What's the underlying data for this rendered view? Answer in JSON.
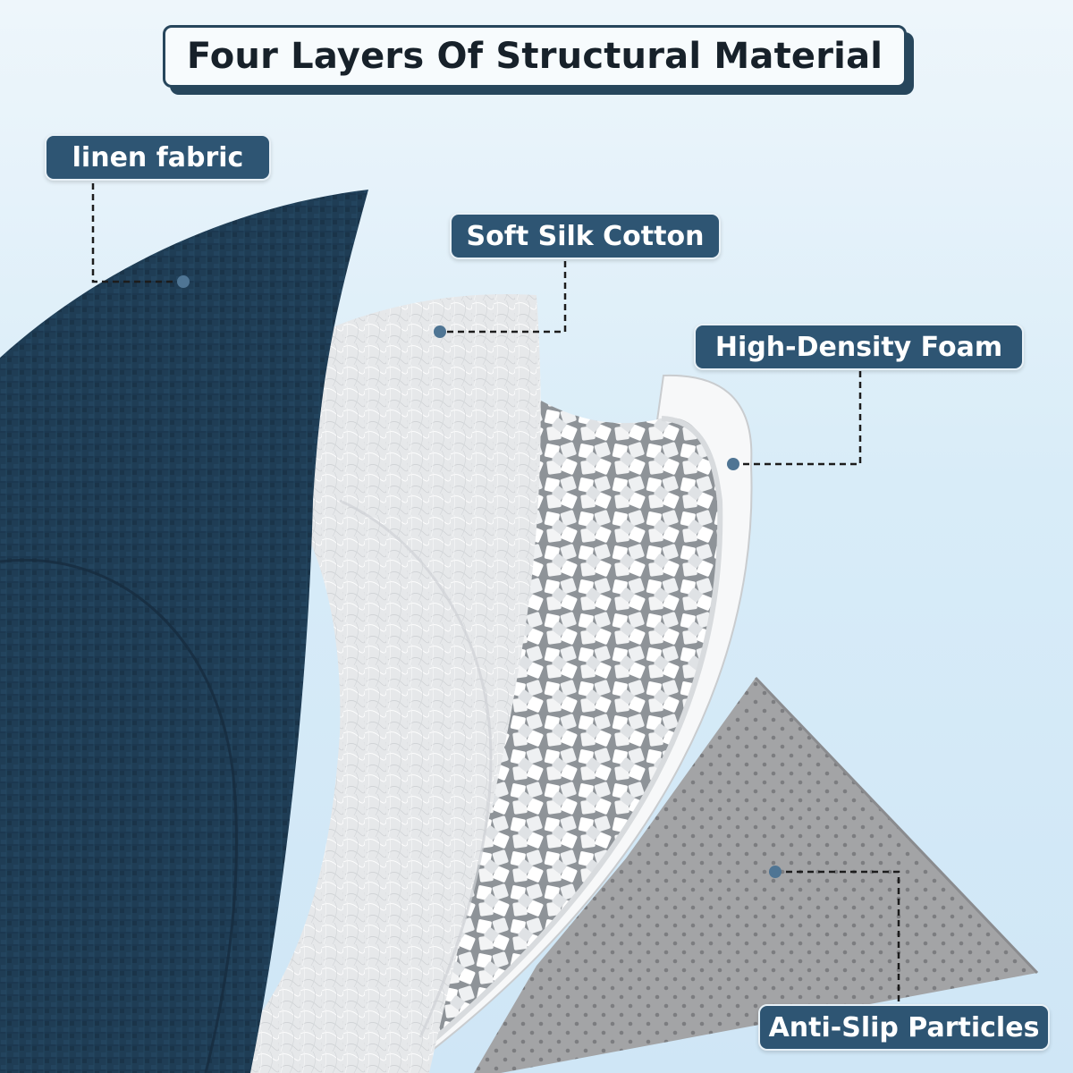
{
  "title": "Four Layers Of Structural Material",
  "labels": {
    "linen": "linen fabric",
    "silk": "Soft Silk Cotton",
    "foam": "High-Density Foam",
    "slip": "Anti-Slip Particles"
  },
  "colors": {
    "label_bg": "#2e5573",
    "linen": "#1d3a52",
    "silk": "#e4e6e8",
    "foam": "#f4f5f6",
    "slip": "#9c9c9e",
    "background": "#d8ecf8"
  }
}
